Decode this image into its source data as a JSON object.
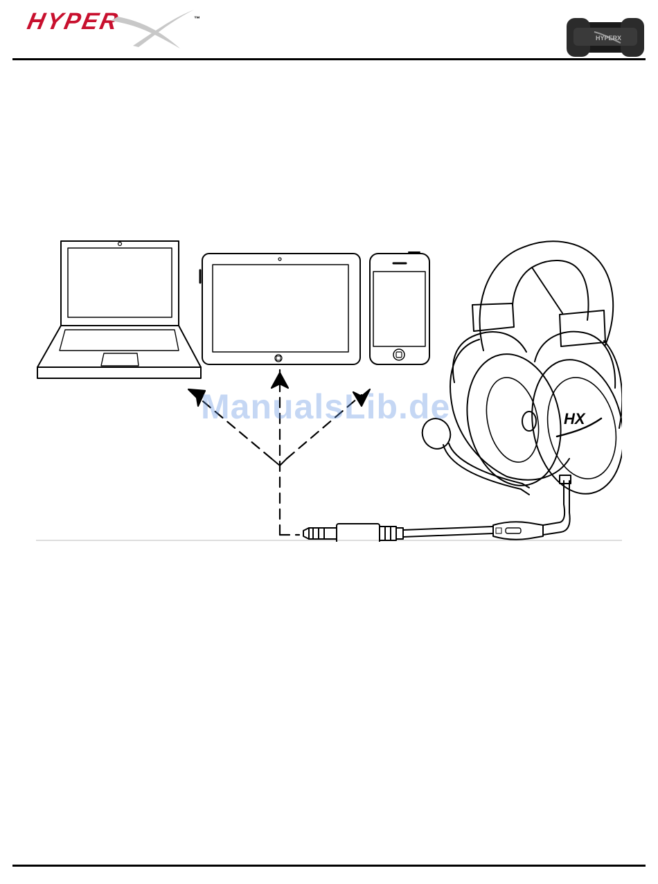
{
  "header": {
    "brand_text": "HYPER",
    "trademark": "™",
    "brand_color": "#c8102e"
  },
  "illustration": {
    "devices": [
      "laptop",
      "tablet",
      "smartphone",
      "headset"
    ],
    "headset_logo": "HX",
    "headset_band_logo": "HYPERX"
  },
  "watermark": {
    "text": "ManualsLib.de",
    "color": "#5b8fe0"
  }
}
